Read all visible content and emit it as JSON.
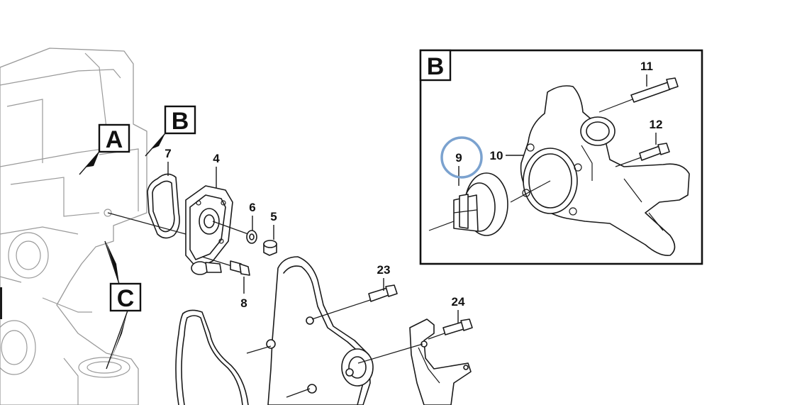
{
  "callouts": {
    "a": "A",
    "b": "B",
    "c": "C",
    "detail_b": "B"
  },
  "part_numbers": {
    "p4": "4",
    "p5": "5",
    "p6": "6",
    "p7": "7",
    "p8": "8",
    "p9": "9",
    "p10": "10",
    "p11": "11",
    "p12": "12",
    "p23": "23",
    "p24": "24"
  },
  "colors": {
    "line": "#1a1a1a",
    "engine_block": "#9a9a9a",
    "highlight_circle": "#7ba2cf"
  },
  "highlighted_part": "9"
}
